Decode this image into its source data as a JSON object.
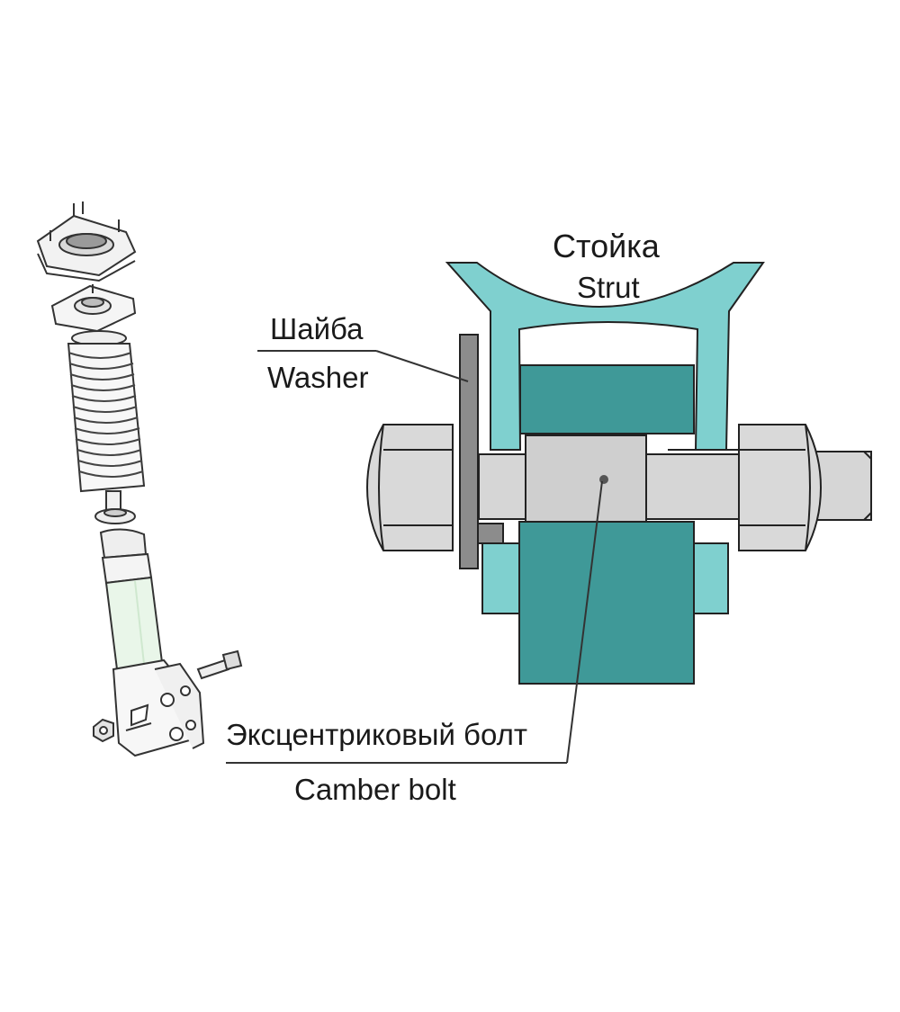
{
  "labels": {
    "strut_ru": "Стойка",
    "strut_en": "Strut",
    "washer_ru": "Шайба",
    "washer_en": "Washer",
    "bolt_ru": "Эксцентриковый болт",
    "bolt_en": "Camber bolt"
  },
  "colors": {
    "strut": "#7fd0cf",
    "knuckle": "#3f9998",
    "washer": "#8c8c8c",
    "bolt": "#d6d6d6",
    "outline": "#222222"
  }
}
